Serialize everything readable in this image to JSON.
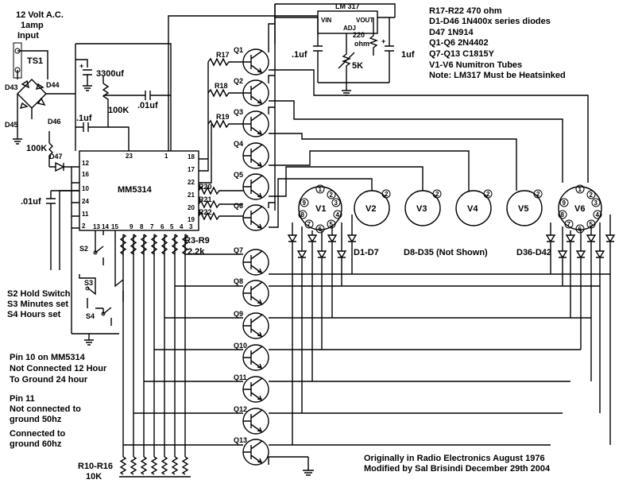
{
  "power": {
    "line1": "12 Volt A.C.",
    "line2": "1amp",
    "line3": "Input",
    "ts1": "TS1"
  },
  "bridge": {
    "d43": "D43",
    "d44": "D44",
    "d45": "D45",
    "d46": "D46"
  },
  "supply": {
    "cap_bulk": "3300uf",
    "r_bleed": "100K",
    "cap_01a": ".01uf",
    "cap_1": ".1uf",
    "r_100k_lower": "100K",
    "d47": "D47",
    "cap_01b": ".01uf"
  },
  "regulator": {
    "name": "LM 317",
    "vin": "VIN",
    "vout": "VOUT",
    "adj": "ADJ",
    "r220": "220",
    "ohm": "ohm",
    "pot": "5K",
    "cap_in": ".1uf",
    "cap_out": "1uf",
    "plus": "+"
  },
  "notes": {
    "r17_22": "R17-R22 470 ohm",
    "d1_46": "D1-D46 1N400x series diodes",
    "d47": "D47 1N914",
    "q1_6": "Q1-Q6 2N4402",
    "q7_13": "Q7-Q13 C1815Y",
    "v1_6": "V1-V6 Numitron Tubes",
    "heatsink": "Note: LM317 Must be Heatsinked"
  },
  "ic": {
    "name": "MM5314",
    "pins_left": [
      "12",
      "16",
      "10",
      "24",
      "11",
      "2"
    ],
    "pins_top": [
      "23",
      "1"
    ],
    "pins_right": [
      "18",
      "17",
      "22",
      "21",
      "20",
      "19"
    ],
    "pins_bottom": [
      "13",
      "14",
      "15",
      "9",
      "8",
      "7",
      "6",
      "5",
      "4",
      "3"
    ]
  },
  "resistors_top": [
    "R17",
    "R18",
    "R19",
    "R20",
    "R21",
    "R22"
  ],
  "q_upper": [
    "Q1",
    "Q2",
    "Q3",
    "Q4",
    "Q5",
    "Q6"
  ],
  "q_lower": [
    "Q7",
    "Q8",
    "Q9",
    "Q10",
    "Q11",
    "Q12",
    "Q13"
  ],
  "r_mid": {
    "name": "R3-R9",
    "value": "2.2k"
  },
  "r_low": {
    "name": "R10-R16",
    "value": "10K"
  },
  "tubes": {
    "v1": "V1",
    "v2": "V2",
    "v3": "V3",
    "v4": "V4",
    "v5": "V5",
    "v6": "V6",
    "pin2": "2",
    "v1_pins": [
      "1",
      "2",
      "9",
      "3",
      "8",
      "4",
      "7",
      "6",
      "5"
    ],
    "v6_pins": [
      "1",
      "2",
      "9",
      "3",
      "8",
      "4",
      "7",
      "6",
      "5"
    ]
  },
  "diode_groups": {
    "g1": "D1-D7",
    "g2": "D8-D35 (Not Shown)",
    "g3": "D36-D42"
  },
  "switches": {
    "s2": "S2",
    "s3": "S3",
    "s4": "S4"
  },
  "legend_switches": {
    "s2": "S2 Hold Switch",
    "s3": "S3 Minutes set",
    "s4": "S4 Hours set"
  },
  "pin10": {
    "l1": "Pin 10 on MM5314",
    "l2": "Not Connected 12 Hour",
    "l3": "To Ground 24 hour"
  },
  "pin11": {
    "l1": "Pin 11",
    "l2": "Not connected to",
    "l3": "ground 50hz",
    "l4": "Connected to",
    "l5": "ground 60hz"
  },
  "credits": {
    "l1": "Originally in Radio Electronics August 1976",
    "l2": "Modified by Sal Brisindi December 29th 2004"
  }
}
